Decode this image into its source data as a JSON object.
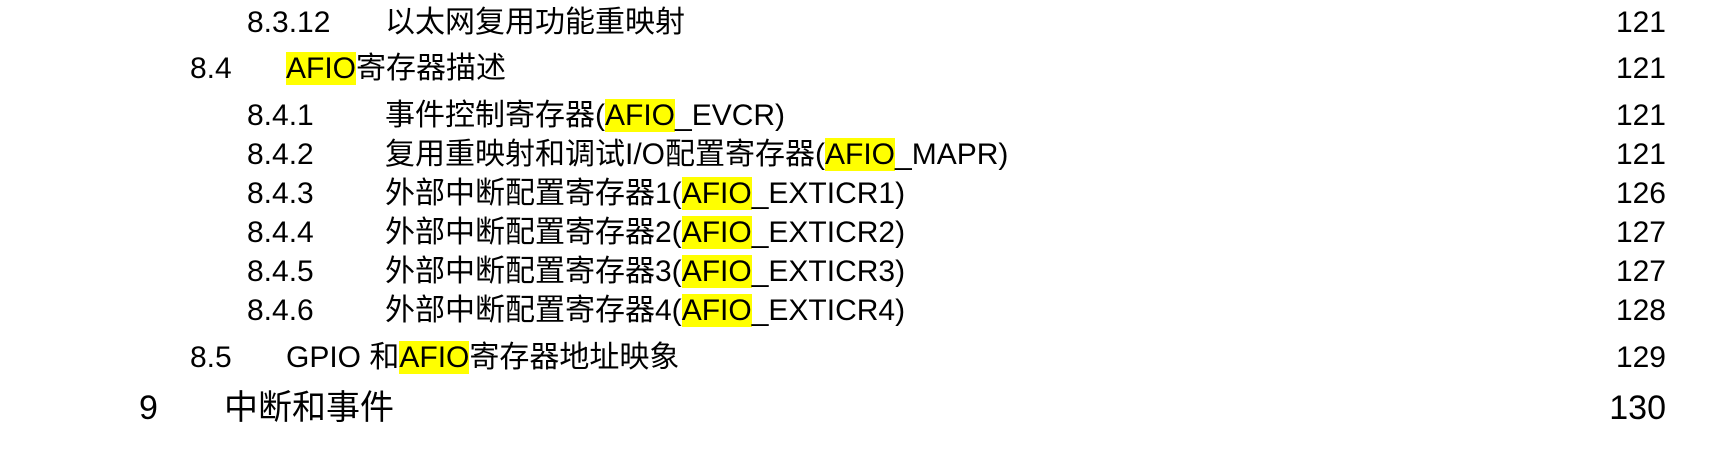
{
  "highlight_color": "#ffff00",
  "toc": {
    "entries": [
      {
        "number": "8.3.12",
        "title_before": "以太网复用功能重映射",
        "title_highlight": "",
        "title_after": "",
        "page": "121"
      },
      {
        "number": "8.4",
        "title_before": "",
        "title_highlight": "AFIO",
        "title_after": "寄存器描述",
        "page": "121"
      },
      {
        "number": "8.4.1",
        "title_before": "事件控制寄存器(",
        "title_highlight": "AFIO",
        "title_after": "_EVCR)",
        "page": "121"
      },
      {
        "number": "8.4.2",
        "title_before": "复用重映射和调试I/O配置寄存器(",
        "title_highlight": "AFIO",
        "title_after": "_MAPR)",
        "page": "121"
      },
      {
        "number": "8.4.3",
        "title_before": "外部中断配置寄存器1(",
        "title_highlight": "AFIO",
        "title_after": "_EXTICR1)",
        "page": "126"
      },
      {
        "number": "8.4.4",
        "title_before": "外部中断配置寄存器2(",
        "title_highlight": "AFIO",
        "title_after": "_EXTICR2)",
        "page": "127"
      },
      {
        "number": "8.4.5",
        "title_before": "外部中断配置寄存器3(",
        "title_highlight": "AFIO",
        "title_after": "_EXTICR3)",
        "page": "127"
      },
      {
        "number": "8.4.6",
        "title_before": "外部中断配置寄存器4(",
        "title_highlight": "AFIO",
        "title_after": "_EXTICR4)",
        "page": "128"
      },
      {
        "number": "8.5",
        "title_before": "GPIO 和",
        "title_highlight": "AFIO",
        "title_after": "寄存器地址映象",
        "page": "129"
      },
      {
        "number": "9",
        "title_before": "中断和事件",
        "title_highlight": "",
        "title_after": "",
        "page": "130"
      }
    ]
  }
}
